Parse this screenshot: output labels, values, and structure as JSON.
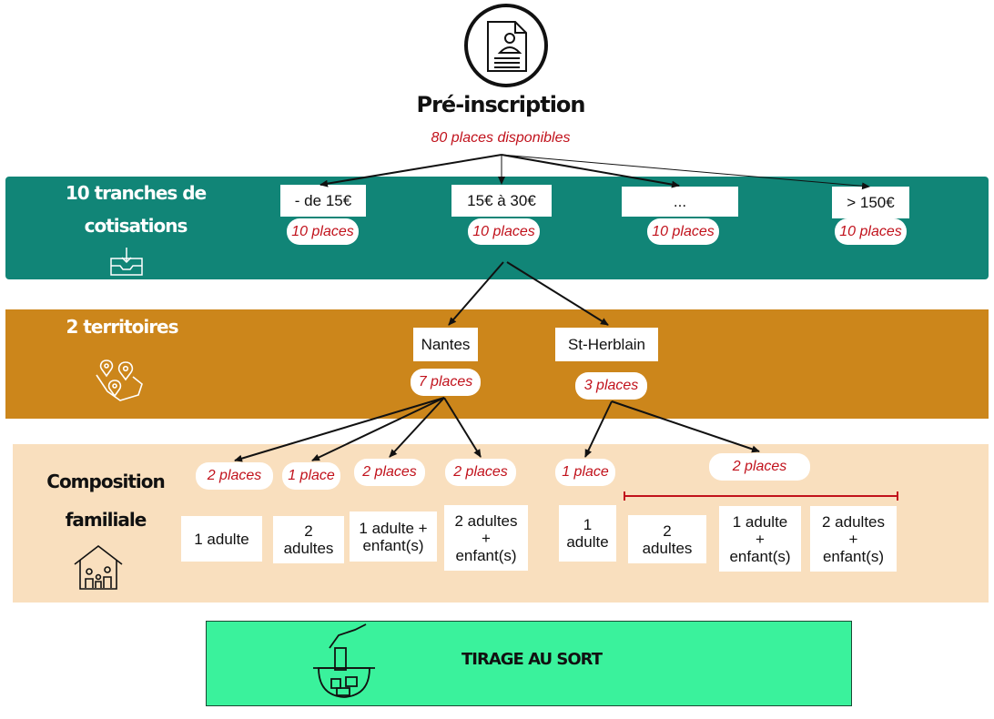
{
  "header": {
    "title": "Pré-inscription",
    "subtitle": "80 places disponibles"
  },
  "cotisations": {
    "title": "10 tranches de\ncotisations",
    "items": [
      {
        "label": "- de 15€",
        "places": "10 places"
      },
      {
        "label": "15€ à 30€",
        "places": "10 places"
      },
      {
        "label": "...",
        "places": "10 places"
      },
      {
        "label": "> 150€",
        "places": "10 places"
      }
    ]
  },
  "territoires": {
    "title": "2 territoires",
    "items": [
      {
        "label": "Nantes",
        "places": "7 places"
      },
      {
        "label": "St-Herblain",
        "places": "3 places"
      }
    ]
  },
  "composition": {
    "title": "Composition\nfamiliale",
    "nantes": [
      {
        "label": "1 adulte",
        "places": "2 places"
      },
      {
        "label": "2\nadultes",
        "places": "1 place"
      },
      {
        "label": "1 adulte +\nenfant(s)",
        "places": "2 places"
      },
      {
        "label": "2 adultes\n+\nenfant(s)",
        "places": "2 places"
      }
    ],
    "st_herblain": [
      {
        "label": "1\nadulte",
        "places": "1 place"
      },
      {
        "label": "2\nadultes"
      },
      {
        "label": "1 adulte\n+\nenfant(s)"
      },
      {
        "label": "2 adultes\n+\nenfant(s)"
      }
    ],
    "group_places": "2 places"
  },
  "tirage": {
    "label": "TIRAGE AU SORT"
  },
  "colors": {
    "green_band": "#118577",
    "gold_band": "#cc861b",
    "beige_band": "#f9dfbe",
    "draw_band": "#3af29c",
    "accent_red": "#c1121c"
  },
  "icons": [
    "document-person-icon",
    "inbox-download-icon",
    "map-pins-icon",
    "family-house-icon",
    "ballot-hand-icon"
  ]
}
